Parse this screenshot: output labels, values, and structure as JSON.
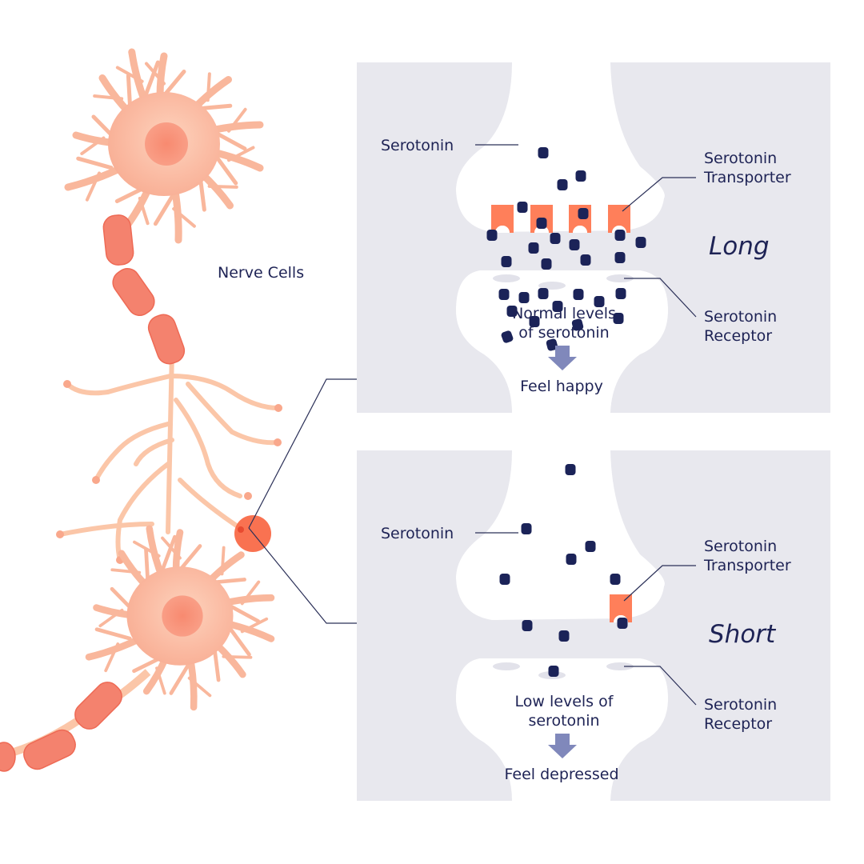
{
  "colors": {
    "panel_bg": "#e8e8ee",
    "molecule": "#1b2358",
    "transporter": "#ff7f5a",
    "arrow": "#8088bb",
    "neuron_body": "#fbbca4",
    "neuron_nucleus": "#f7907a",
    "myelin": "#f2806c",
    "highlight_circle": "#f96a48",
    "text": "#1e2355"
  },
  "neuron": {
    "label": "Nerve Cells"
  },
  "panels": [
    {
      "id": "long",
      "title": "Long",
      "serotonin_label": "Serotonin",
      "transporter_label_line1": "Serotonin",
      "transporter_label_line2": "Transporter",
      "receptor_label_line1": "Serotonin",
      "receptor_label_line2": "Receptor",
      "level_line1": "Normal levels",
      "level_line2": "of serotonin",
      "outcome": "Feel happy",
      "transporter_count": 4,
      "serotonin_count": 31
    },
    {
      "id": "short",
      "title": "Short",
      "serotonin_label": "Serotonin",
      "transporter_label_line1": "Serotonin",
      "transporter_label_line2": "Transporter",
      "receptor_label_line1": "Serotonin",
      "receptor_label_line2": "Receptor",
      "level_line1": "Low levels of",
      "level_line2": "serotonin",
      "outcome": "Feel depressed",
      "transporter_count": 1,
      "serotonin_count": 10
    }
  ]
}
